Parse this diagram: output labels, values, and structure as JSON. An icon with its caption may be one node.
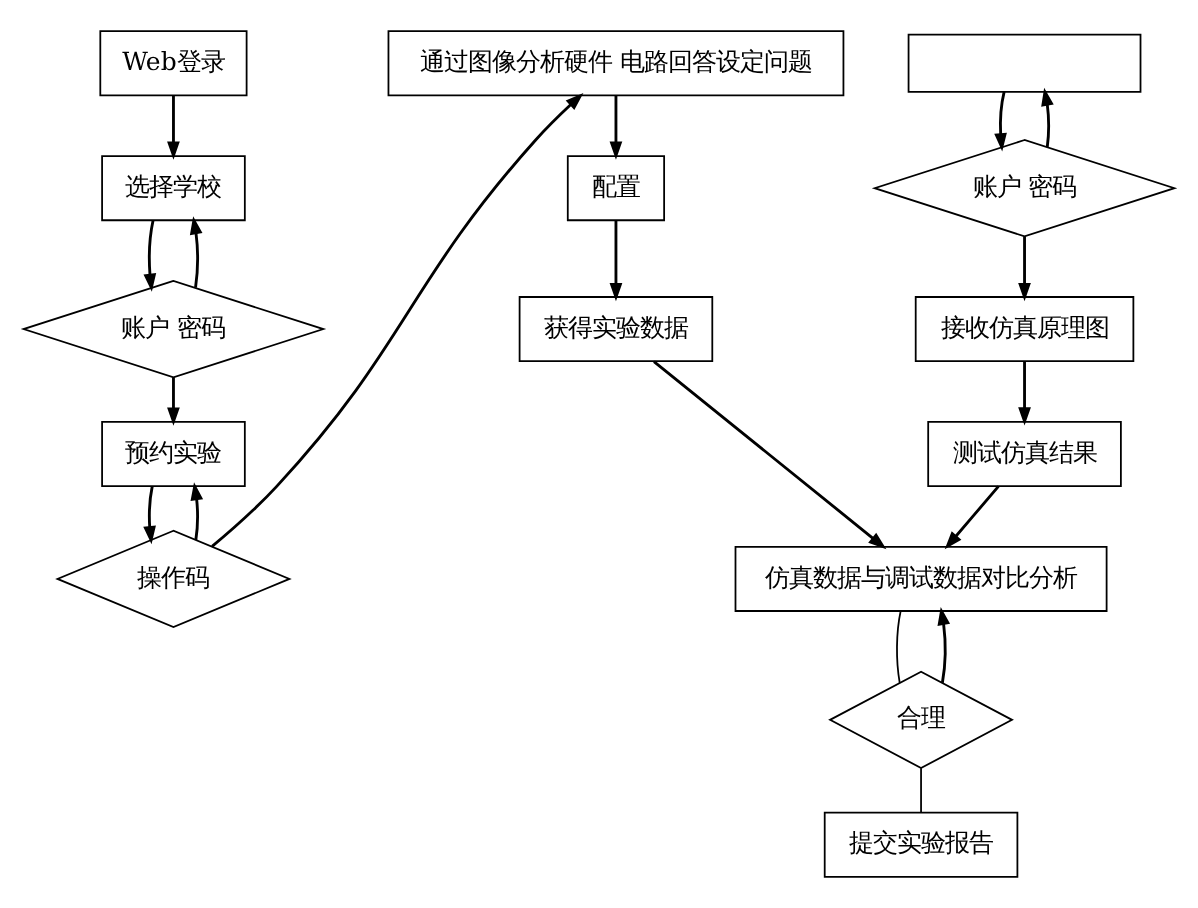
{
  "diagram": {
    "nodes": [
      {
        "text": [
          "Web登录"
        ]
      },
      {
        "text": [
          "选择学校"
        ]
      },
      {
        "text": [
          "账户 密码"
        ]
      },
      {
        "text": [
          "预约实验"
        ]
      },
      {
        "text": [
          "操作码"
        ]
      },
      {
        "text": [
          "通过图像分析硬件 电路回答设定问题"
        ]
      },
      {
        "text": [
          "配置"
        ]
      },
      {
        "text": [
          "获得实验数据"
        ]
      },
      {
        "text": [],
        "shape": "box"
      },
      {
        "text": [
          "账户 密码"
        ]
      },
      {
        "text": [
          "接收仿真原理图"
        ]
      },
      {
        "text": [
          "测试仿真结果"
        ]
      },
      {
        "text": [
          "仿真数据与调试数据对比分析"
        ]
      },
      {
        "text": [
          "合理"
        ]
      },
      {
        "text": [
          "提交实验报告"
        ]
      }
    ],
    "edges": [
      {
        "from": 0,
        "to": 1,
        "arrow": "to"
      },
      {
        "from": 1,
        "to": 2,
        "arrow": "to"
      },
      {
        "from": 2,
        "to": 1,
        "arrow": "to"
      },
      {
        "from": 2,
        "to": 3,
        "arrow": "to"
      },
      {
        "from": 3,
        "to": 4,
        "arrow": "to"
      },
      {
        "from": 4,
        "to": 3,
        "arrow": "to"
      },
      {
        "from": 4,
        "to": 5,
        "arrow": "to"
      },
      {
        "from": 5,
        "to": 6,
        "arrow": "to"
      },
      {
        "from": 6,
        "to": 7,
        "arrow": "to"
      },
      {
        "from": 7,
        "to": 12,
        "arrow": "to"
      },
      {
        "from": 8,
        "to": 9,
        "arrow": "to"
      },
      {
        "from": 9,
        "to": 8,
        "arrow": "to"
      },
      {
        "from": 9,
        "to": 10,
        "arrow": "to"
      },
      {
        "from": 10,
        "to": 11,
        "arrow": "to"
      },
      {
        "from": 11,
        "to": 12,
        "arrow": "to"
      },
      {
        "from": 12,
        "to": 13,
        "arrow": "none"
      },
      {
        "from": 13,
        "to": 12,
        "arrow": "to"
      },
      {
        "from": 13,
        "to": 14,
        "arrow": "none"
      }
    ]
  }
}
